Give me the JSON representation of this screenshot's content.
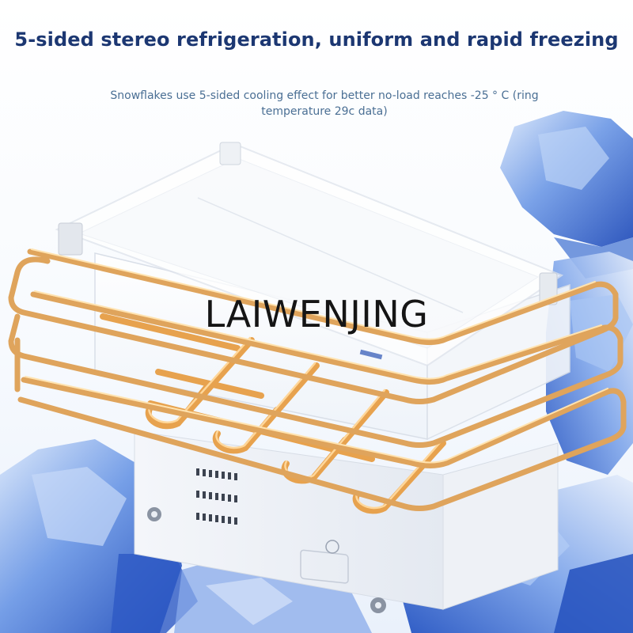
{
  "headline": "5-sided stereo refrigeration, uniform and rapid freezing",
  "subline": "Snowflakes use 5-sided cooling effect for better no-load reaches -25 ° C (ring temperature 29c data)",
  "watermark": "LAIWENJING",
  "colors": {
    "headline": "#1c3772",
    "subline": "#4a6f94",
    "gold_tube": "#e3a55a",
    "ice": "#2f63c9"
  },
  "icons": [
    "ice-block",
    "freezer-cabinet",
    "evaporator-coil",
    "caster-wheel",
    "vent-grille"
  ]
}
